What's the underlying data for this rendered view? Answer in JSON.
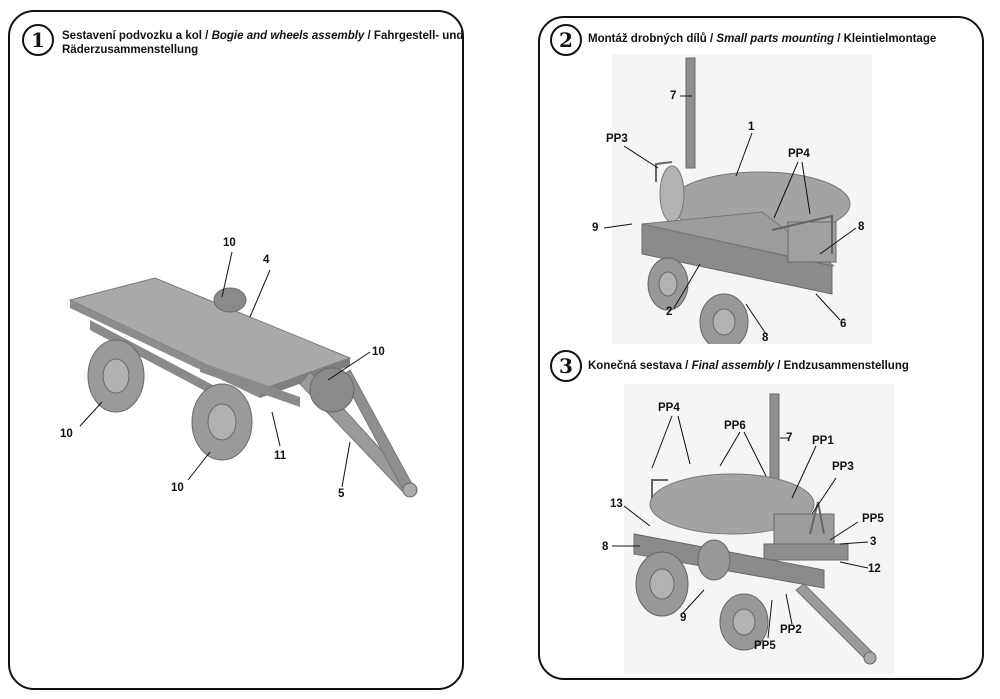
{
  "steps": [
    {
      "number": "1",
      "title_cz": "Sestavení podvozku a kol",
      "sep1": " / ",
      "title_en": "Bogie and wheels assembly",
      "sep2": " / ",
      "title_de_line1": "Fahrgestell- und",
      "title_de_line2": "Räderzusammenstellung",
      "callouts": [
        "10",
        "4",
        "10",
        "10",
        "11",
        "10",
        "5"
      ]
    },
    {
      "number": "2",
      "title_cz": "Montáž drobných dílů",
      "sep1": " / ",
      "title_en": "Small parts mounting",
      "sep2": " / ",
      "title_de": "Kleintielmontage",
      "callouts": [
        "7",
        "1",
        "PP3",
        "PP4",
        "9",
        "8",
        "2",
        "8",
        "6"
      ]
    },
    {
      "number": "3",
      "title_cz": "Konečná sestava",
      "sep1": " / ",
      "title_en": "Final assembly",
      "sep2": " / ",
      "title_de": "Endzusammenstellung",
      "callouts": [
        "PP4",
        "PP6",
        "7",
        "PP1",
        "PP3",
        "13",
        "PP5",
        "8",
        "3",
        "12",
        "9",
        "PP2",
        "PP5"
      ]
    }
  ],
  "colors": {
    "panel_border": "#111111",
    "model_gray": "#9c9c9c",
    "model_dark": "#6f6f6f",
    "backdrop": "#f2f2f2"
  }
}
